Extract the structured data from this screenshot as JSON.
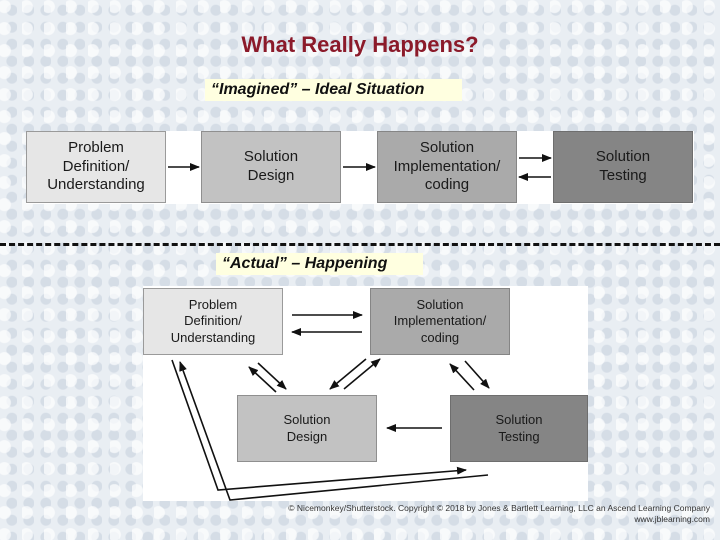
{
  "title": "What Really Happens?",
  "ideal": {
    "caption": "“Imagined” – Ideal Situation",
    "boxes": {
      "problem": "Problem\nDefinition/\nUnderstanding",
      "design": "Solution\nDesign",
      "implementation": "Solution\nImplementation/\ncoding",
      "testing": "Solution\nTesting"
    }
  },
  "actual": {
    "caption": "“Actual” – Happening",
    "boxes": {
      "problem": "Problem\nDefinition/\nUnderstanding",
      "implementation": "Solution\nImplementation/\ncoding",
      "design": "Solution\nDesign",
      "testing": "Solution\nTesting"
    }
  },
  "copyright": {
    "line1": "© Nicemonkey/Shutterstock. Copyright © 2018 by Jones & Bartlett Learning, LLC an Ascend Learning Company",
    "line2": "www.jblearning.com"
  }
}
